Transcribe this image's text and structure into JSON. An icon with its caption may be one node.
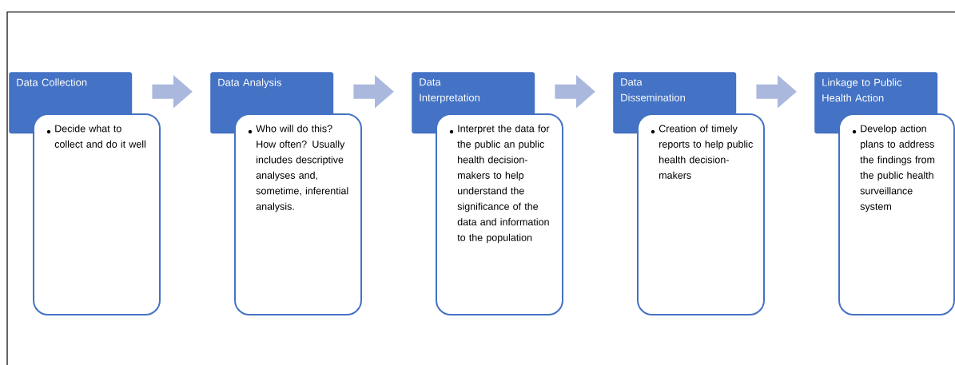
{
  "diagram": {
    "nodes": [
      {
        "text": [
          "Data Collection"
        ]
      },
      {
        "text": [
          "Decide what to collect and do it well"
        ]
      },
      {
        "text": [
          "Data Analysis"
        ]
      },
      {
        "text": [
          "Who will do this?  How often?  Usually includes descriptive analyses and, sometime, inferential analysis."
        ]
      },
      {
        "text": [
          "Data Interpretation"
        ]
      },
      {
        "text": [
          "Interpret the data for the public an public health decision-makers to help understand the significance of the data and information to the population"
        ]
      },
      {
        "text": [
          "Data Dissemination"
        ]
      },
      {
        "text": [
          "Creation of timely reports to help public health decision-makers"
        ]
      },
      {
        "text": [
          "Linkage to Public Health Action"
        ]
      },
      {
        "text": [
          "Develop action plans to address the findings from the public health surveillance system"
        ]
      }
    ],
    "edges": [
      {
        "from": 0,
        "to": 2,
        "arrow": "to"
      },
      {
        "from": 2,
        "to": 4,
        "arrow": "to"
      },
      {
        "from": 4,
        "to": 6,
        "arrow": "to"
      },
      {
        "from": 6,
        "to": 8,
        "arrow": "to"
      }
    ]
  }
}
